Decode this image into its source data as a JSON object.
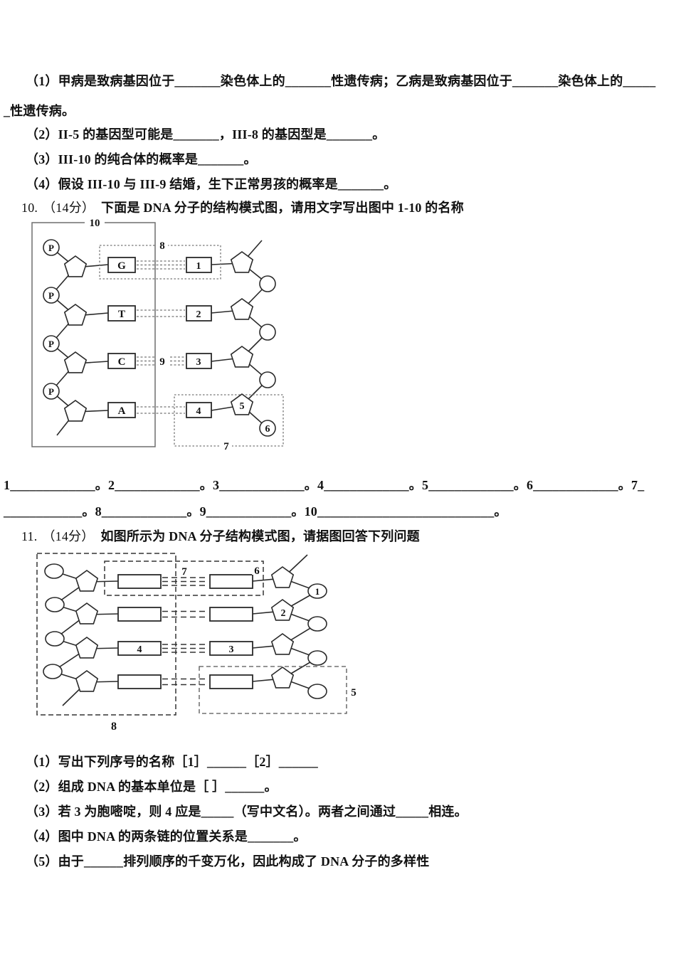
{
  "document": {
    "background": "#ffffff",
    "text_color": "#111111"
  },
  "genetics_question": {
    "part1_line1": "（1）甲病是致病基因位于_______染色体上的_______性遗传病；乙病是致病基因位于_______染色体上的_____",
    "part1_line2": "_性遗传病。",
    "part2": "（2）II-5 的基因型可能是_______，III-8 的基因型是_______。",
    "part3": "（3）III-10 的纯合体的概率是_______。",
    "part4": "（4）假设 III-10 与 III-9 结婚，生下正常男孩的概率是_______。"
  },
  "question10": {
    "number": "10.",
    "points": "（14分）",
    "prompt": "下面是 DNA 分子的结构模式图，请用文字写出图中 1-10 的名称",
    "answers_line1": "1_____________。2_____________。3_____________。4_____________。5_____________。6_____________。7_",
    "answers_line2": "____________。8_____________。9_____________。10___________________________。",
    "diagram": {
      "phosphate": "P",
      "bases": {
        "b1": "G",
        "b2": "T",
        "b3": "C",
        "b4": "A"
      },
      "numbers": {
        "n1": "1",
        "n2": "2",
        "n3": "3",
        "n4": "4",
        "n5": "5",
        "n6": "6",
        "n7": "7",
        "n8": "8",
        "n9": "9",
        "n10": "10"
      }
    }
  },
  "question11": {
    "number": "11.",
    "points": "（14分）",
    "prompt": "如图所示为 DNA 分子结构模式图，请据图回答下列问题",
    "diagram": {
      "numbers": {
        "n1": "1",
        "n2": "2",
        "n3": "3",
        "n4": "4",
        "n5": "5",
        "n6": "6",
        "n7": "7",
        "n8": "8"
      }
    },
    "part1": "（1）写出下列序号的名称［1］______［2］______",
    "part2": "（2）组成 DNA 的基本单位是［ ］______。",
    "part3": "（3）若 3 为胞嘧啶，则 4 应是_____（写中文名）。两者之间通过_____相连。",
    "part4": "（4）图中 DNA 的两条链的位置关系是_______。",
    "part5": "（5）由于______排列顺序的千变万化，因此构成了 DNA 分子的多样性"
  }
}
